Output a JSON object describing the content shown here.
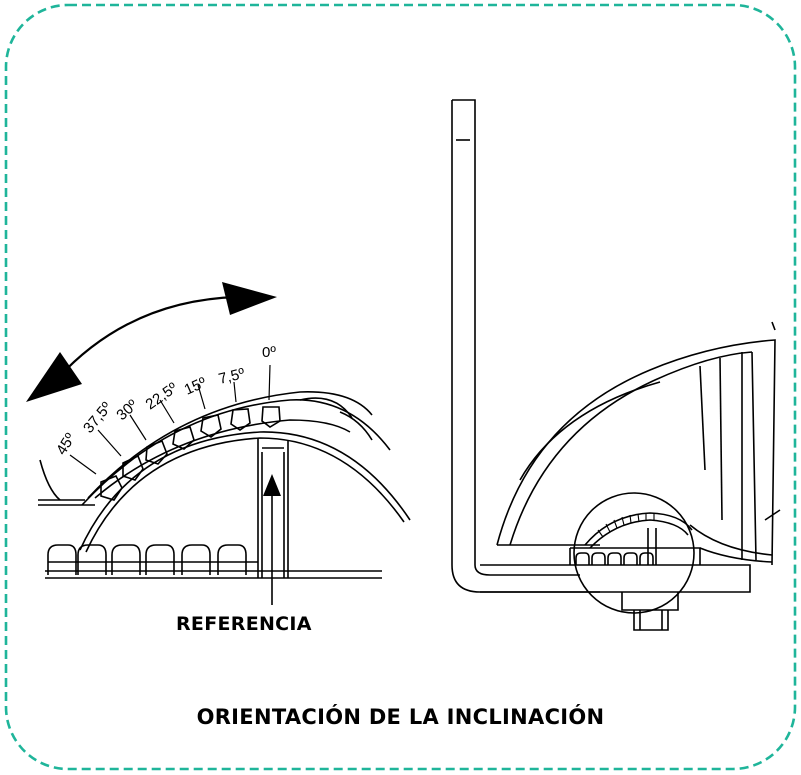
{
  "colors": {
    "frame_border": "#1fb59a",
    "line": "#000000",
    "background": "#ffffff"
  },
  "scale": {
    "angles": [
      "45º",
      "37,5º",
      "30º",
      "22,5º",
      "15º",
      "7,5º",
      "0º"
    ]
  },
  "labels": {
    "reference": "REFERENCIA",
    "title": "ORIENTACIÓN DE LA INCLINACIÓN"
  },
  "icons": {
    "rotation_arrow": "double-headed-curved-arrow",
    "reference_arrow": "up-arrow"
  }
}
